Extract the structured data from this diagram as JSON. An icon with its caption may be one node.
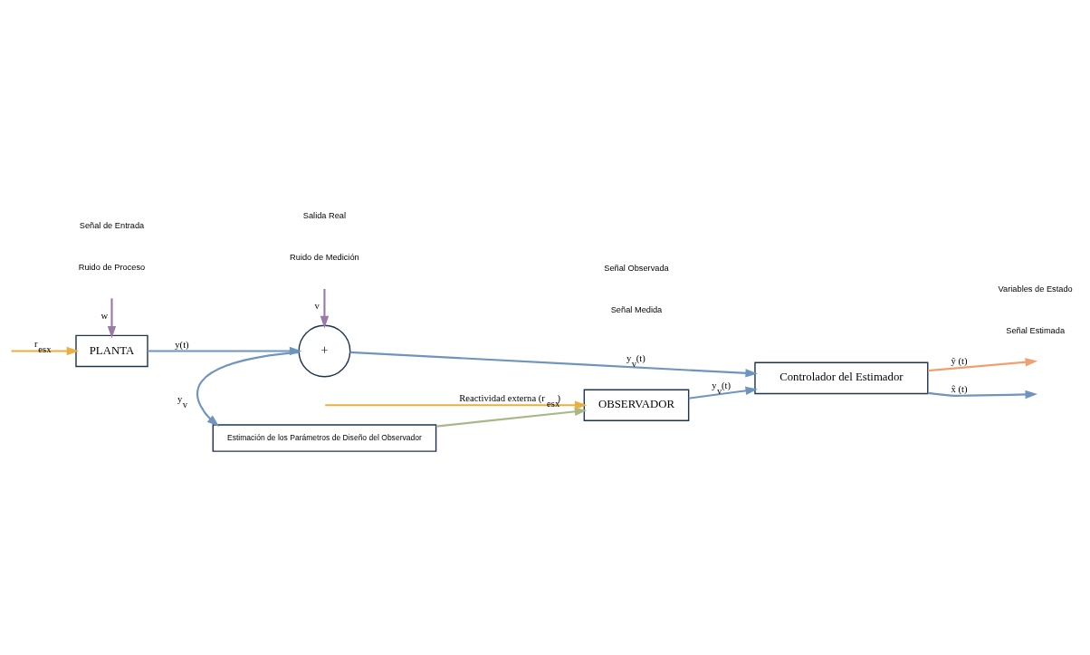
{
  "diagram": {
    "nodes": [
      {
        "text": [
          "PLANTA"
        ]
      },
      {
        "text": [
          "+"
        ]
      },
      {
        "text": [
          "Controlador del Estimador"
        ]
      },
      {
        "text": [
          "Estimación de los Parámetros de Diseño del Observador"
        ]
      },
      {
        "text": [
          "OBSERVADOR"
        ]
      }
    ],
    "edges": [
      {
        "from": null,
        "to": 0,
        "arrow": "to",
        "label": "r$_{esx}$",
        "color": "#e8b040"
      },
      {
        "from": null,
        "to": 0,
        "arrow": "to",
        "label": "w",
        "color": "#9a7aa8"
      },
      {
        "from": 0,
        "to": 1,
        "arrow": "to",
        "label": "y(t)"
      },
      {
        "from": null,
        "to": 1,
        "arrow": "to",
        "label": "v",
        "color": "#9a7aa8"
      },
      {
        "from": 1,
        "to": 2,
        "arrow": "to",
        "label": "y$_{v}$(t)"
      },
      {
        "from": 1,
        "to": 3,
        "arrow": "to",
        "label": "y$_{v}$"
      },
      {
        "from": 3,
        "to": 4,
        "arrow": "to",
        "color": "#a8b888"
      },
      {
        "from": null,
        "to": 4,
        "arrow": "to",
        "label": "Reactividad externa (r$_{esx}$)",
        "color": "#e8b040"
      },
      {
        "from": 4,
        "to": 2,
        "arrow": "to",
        "label": "y$_{v}$(t)"
      },
      {
        "from": 2,
        "to": null,
        "arrow": "to",
        "label": "ŷ (t)",
        "color": "#f0a070"
      },
      {
        "from": 2,
        "to": null,
        "arrow": "to",
        "label": "x̂ (t)"
      }
    ],
    "labels": [
      "Ruido de Proceso",
      "Ruido de Medición",
      "Salida Real",
      "Señal Medida",
      "Señal Estimada",
      "Señal de Entrada",
      "Variables de Estado",
      "Señal Observada"
    ]
  }
}
